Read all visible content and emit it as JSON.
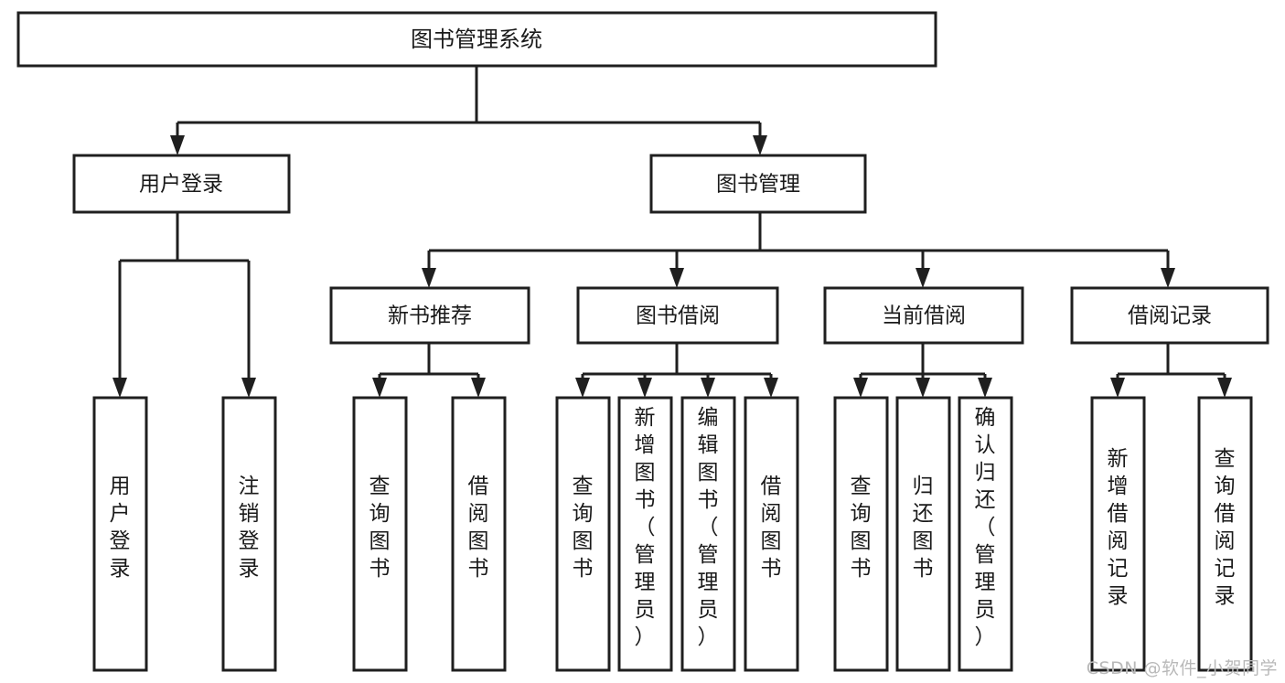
{
  "diagram": {
    "type": "tree-hierarchy-chart",
    "title": "图书管理系统",
    "watermark": "CSDN @软件_小贺同学",
    "colors": {
      "stroke": "#1f1f1f",
      "fill": "#ffffff",
      "text": "#1a1a1a",
      "watermark": "#b9b9b9",
      "background": "#ffffff"
    },
    "levels": [
      {
        "level": 1,
        "nodes": [
          {
            "id": "root",
            "label": "图书管理系统",
            "orientation": "horizontal"
          }
        ]
      },
      {
        "level": 2,
        "nodes": [
          {
            "id": "login",
            "label": "用户登录",
            "parent": "root",
            "orientation": "horizontal"
          },
          {
            "id": "bookmgmt",
            "label": "图书管理",
            "parent": "root",
            "orientation": "horizontal"
          }
        ]
      },
      {
        "level": 3,
        "nodes": [
          {
            "id": "newbook",
            "label": "新书推荐",
            "parent": "bookmgmt",
            "orientation": "horizontal"
          },
          {
            "id": "borrow",
            "label": "图书借阅",
            "parent": "bookmgmt",
            "orientation": "horizontal"
          },
          {
            "id": "current",
            "label": "当前借阅",
            "parent": "bookmgmt",
            "orientation": "horizontal"
          },
          {
            "id": "records",
            "label": "借阅记录",
            "parent": "bookmgmt",
            "orientation": "horizontal"
          }
        ]
      },
      {
        "level": 4,
        "nodes": [
          {
            "id": "leaf1",
            "label": "用户登录",
            "parent": "login",
            "orientation": "vertical"
          },
          {
            "id": "leaf2",
            "label": "注销登录",
            "parent": "login",
            "orientation": "vertical"
          },
          {
            "id": "leaf3",
            "label": "查询图书",
            "parent": "newbook",
            "orientation": "vertical"
          },
          {
            "id": "leaf4",
            "label": "借阅图书",
            "parent": "newbook",
            "orientation": "vertical"
          },
          {
            "id": "leaf5",
            "label": "查询图书",
            "parent": "borrow",
            "orientation": "vertical"
          },
          {
            "id": "leaf6",
            "label": "新增图书（管理员）",
            "parent": "borrow",
            "orientation": "vertical"
          },
          {
            "id": "leaf7",
            "label": "编辑图书（管理员）",
            "parent": "borrow",
            "orientation": "vertical"
          },
          {
            "id": "leaf8",
            "label": "借阅图书",
            "parent": "borrow",
            "orientation": "vertical"
          },
          {
            "id": "leaf9",
            "label": "查询图书",
            "parent": "current",
            "orientation": "vertical"
          },
          {
            "id": "leaf10",
            "label": "归还图书",
            "parent": "current",
            "orientation": "vertical"
          },
          {
            "id": "leaf11",
            "label": "确认归还（管理员）",
            "parent": "current",
            "orientation": "vertical"
          },
          {
            "id": "leaf12",
            "label": "新增借阅记录",
            "parent": "records",
            "orientation": "vertical"
          },
          {
            "id": "leaf13",
            "label": "查询借阅记录",
            "parent": "records",
            "orientation": "vertical"
          }
        ]
      }
    ]
  }
}
